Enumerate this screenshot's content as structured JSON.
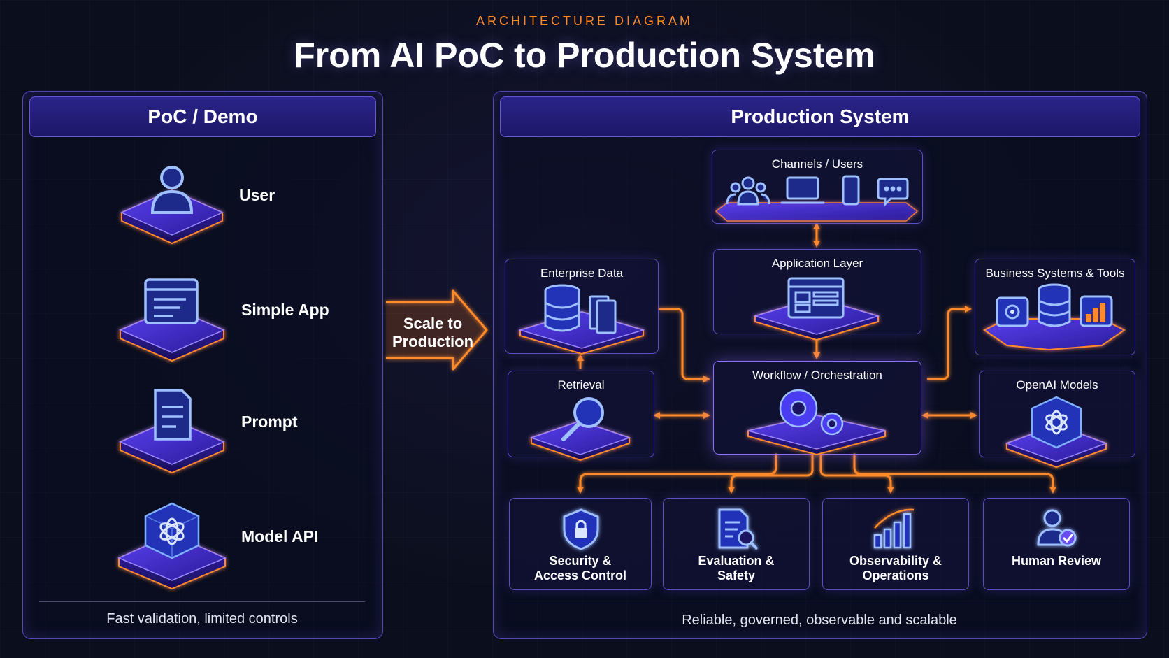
{
  "header": {
    "eyebrow": "ARCHITECTURE DIAGRAM",
    "title": "From AI PoC to Production System"
  },
  "poc": {
    "title": "PoC / Demo",
    "nodes": [
      {
        "label": "User",
        "icon": "user-icon"
      },
      {
        "label": "Simple App",
        "icon": "app-window-icon"
      },
      {
        "label": "Prompt",
        "icon": "document-icon"
      },
      {
        "label": "Model API",
        "icon": "openai-cube-icon"
      }
    ],
    "footer": "Fast validation, limited controls"
  },
  "transition": {
    "line1": "Scale to",
    "line2": "Production"
  },
  "production": {
    "title": "Production System",
    "channels": {
      "title": "Channels / Users",
      "icons": [
        "users-icon",
        "laptop-icon",
        "phone-icon",
        "chat-icon"
      ]
    },
    "application": {
      "title": "Application Layer",
      "icon": "dashboard-icon"
    },
    "enterprise": {
      "title": "Enterprise Data",
      "icon": "database-icon"
    },
    "business": {
      "title": "Business Systems & Tools",
      "icons": [
        "gear-icon",
        "database-icon",
        "bar-chart-icon"
      ]
    },
    "retrieval": {
      "title": "Retrieval",
      "icon": "magnifier-icon"
    },
    "workflow": {
      "title": "Workflow / Orchestration",
      "icon": "gears-icon"
    },
    "openai": {
      "title": "OpenAI Models",
      "icon": "openai-cube-icon"
    },
    "bottom": [
      {
        "line1": "Security &",
        "line2": "Access Control",
        "icon": "shield-lock-icon"
      },
      {
        "line1": "Evaluation &",
        "line2": "Safety",
        "icon": "document-search-icon"
      },
      {
        "line1": "Observability &",
        "line2": "Operations",
        "icon": "bar-chart-icon"
      },
      {
        "line1": "Human Review",
        "line2": "",
        "icon": "user-check-icon"
      }
    ],
    "footer": "Reliable, governed, observable and scalable"
  },
  "colors": {
    "accent": "#ff8a2a",
    "panel_border": "#6e5fe6",
    "panel_head": "#2a2389",
    "icon_stroke": "#8fb0ff"
  }
}
